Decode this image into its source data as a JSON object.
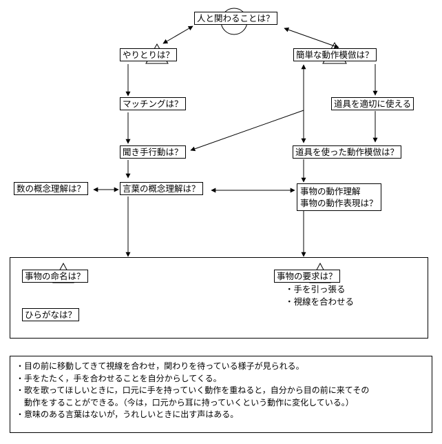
{
  "nodes": {
    "top": "人と関わることは？",
    "yaritori": "やりとりは？",
    "dousa_mohou": "簡単な動作模倣は？",
    "matching": "マッチングは？",
    "dougu_tekisetsu": "道具を適切に使える",
    "kikite": "聞き手行動は？",
    "dougu_mohou": "道具を使った動作模倣は？",
    "kazu": "数の概念理解は？",
    "kotoba": "言葉の概念理解は？",
    "jibutsu_line1": "事物の動作理解",
    "jibutsu_line2": "事物の動作表現は？",
    "meimei": "事物の命名は？",
    "hiragana": "ひらがなは？",
    "youkyuu": "事物の要求は？",
    "youkyuu_item1": "・手を引っ張る",
    "youkyuu_item2": "・視線を合わせる"
  },
  "notes": [
    "・目の前に移動してきて視線を合わせ，関わりを待っている様子が見られる。",
    "・手をたたく，手を合わせることを自分からしてくる。",
    "・歌を歌ってほしいときに，口元に手を持っていく動作を重ねると，自分から目の前に来てその",
    "動作をすることができる。（今は，口元から耳に持っていくという動作に変化している。）",
    "・意味のある言葉はないが，うれしいときに出す声はある。"
  ]
}
